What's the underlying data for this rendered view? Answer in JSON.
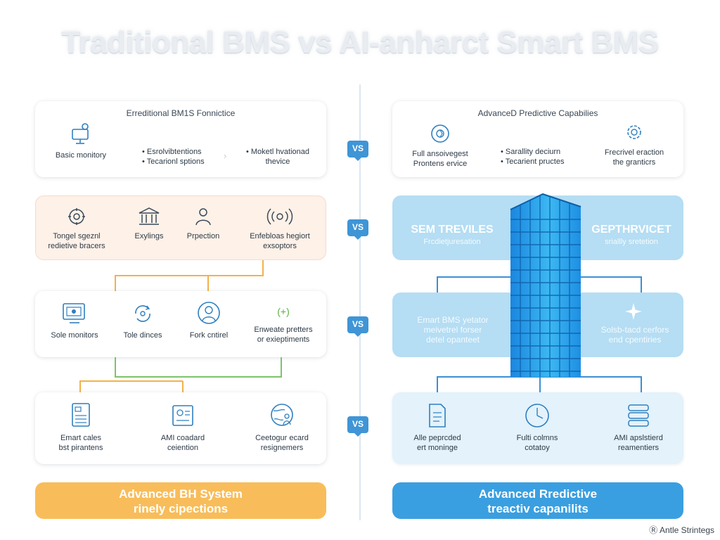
{
  "title": "Traditional BMS vs AI-anharct Smart BMS",
  "vs_label": "VS",
  "left": {
    "card1": {
      "title": "Erreditional BM1S Fonnictice",
      "item1": [
        "Basic monitory"
      ],
      "bullets": [
        "• Esrolvibtentions",
        "• Tecarionl sptions"
      ],
      "item3": [
        "• Moketl hvationad",
        "thevice"
      ]
    },
    "card2": {
      "items": [
        [
          "Tongel sgeznl",
          "redietive bracers"
        ],
        [
          "Exylings"
        ],
        [
          "Prpection"
        ],
        [
          "Enfebloas hegiort",
          "exsoptors"
        ]
      ]
    },
    "card3": {
      "items": [
        [
          "Sole monitors"
        ],
        [
          "Tole dinces"
        ],
        [
          "Fork cntirel"
        ],
        [
          "Enweate pretters",
          "or exieptiments"
        ]
      ],
      "plus_symbol": "(+)"
    },
    "card4": {
      "items": [
        [
          "Emart cales",
          "bst pirantens"
        ],
        [
          "AMI coadard",
          "ceiention"
        ],
        [
          "Ceetogur ecard",
          "resignemers"
        ]
      ]
    },
    "banner": [
      "Advanced BH System",
      "rinely cipections"
    ]
  },
  "right": {
    "card1": {
      "title": "AdvanceD Predictive Capabilies",
      "item1": [
        "Full ansoivegest",
        "Prontens ervice"
      ],
      "bullets": [
        "• Sarallity deciurn",
        "• Tecarient pructes"
      ],
      "item3": [
        "Frecrivel eraction",
        "the granticrs"
      ]
    },
    "card2": {
      "left_title": "SEM TREVILES",
      "left_sub": "Frcdietjuresation",
      "right_title": "GEPTHRVICET",
      "right_sub": "sriallly sretetion"
    },
    "card3": {
      "left": [
        "Emart BMS yetator",
        "meivetrel forser",
        "detel opanteet"
      ],
      "right": [
        "Solsb-tacd cerfors",
        "end cpentiries"
      ]
    },
    "card4": {
      "items": [
        [
          "Alle peprcded",
          "ert moninge"
        ],
        [
          "Fulti colmns",
          "cotatoy"
        ],
        [
          "AMI apslstierd",
          "reamentiers"
        ]
      ]
    },
    "banner": [
      "Advanced Rredictive",
      "treactiv capanilits"
    ]
  },
  "footer": "Antle Strintegs",
  "colors": {
    "accent_blue": "#3a9fe0",
    "accent_orange": "#f8bd5a",
    "vs_badge": "#3f95d6",
    "connector_orange": "#f2b24a",
    "connector_green": "#7cc36a",
    "connector_blue": "#3f8fd2"
  }
}
